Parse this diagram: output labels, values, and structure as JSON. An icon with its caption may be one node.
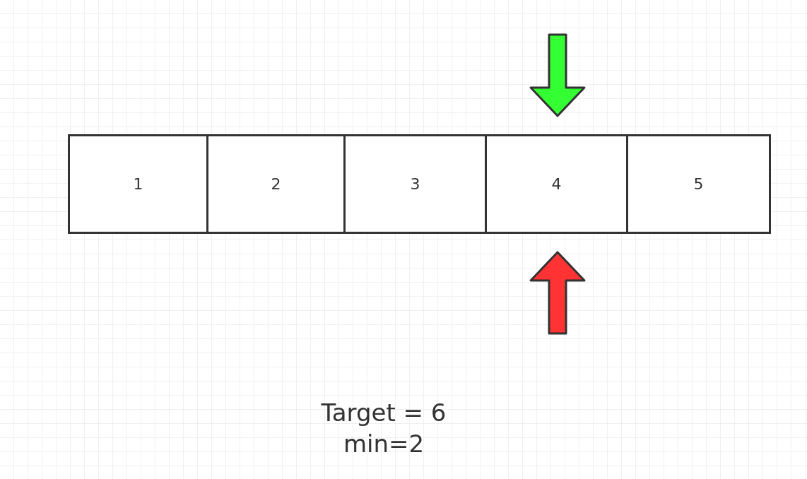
{
  "diagram": {
    "nodes": [
      {
        "text": [
          "1"
        ]
      },
      {
        "text": [
          "2"
        ]
      },
      {
        "text": [
          "3"
        ]
      },
      {
        "text": [
          "4"
        ]
      },
      {
        "text": [
          "5"
        ]
      }
    ],
    "edges": [
      {
        "from": null,
        "to": 3,
        "arrow": "to",
        "color": "#33ff33"
      },
      {
        "from": null,
        "to": 3,
        "arrow": "to",
        "color": "#ff3333"
      }
    ],
    "labels": [
      "Target = 6",
      "min=2"
    ]
  }
}
